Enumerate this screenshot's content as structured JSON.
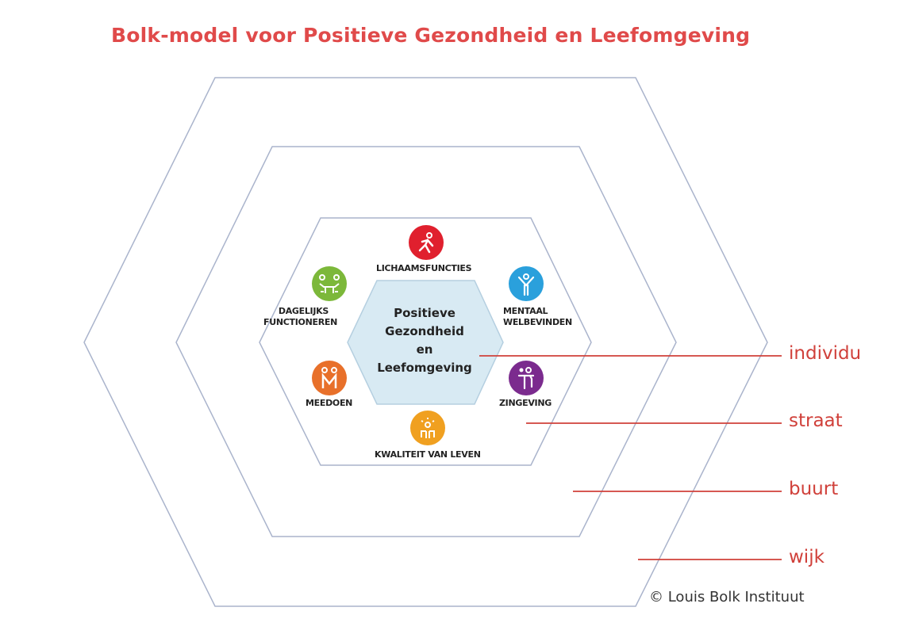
{
  "title": "Bolk-model voor Positieve Gezondheid en Leefomgeving",
  "center": {
    "lines": [
      "Positieve",
      "Gezondheid",
      "en",
      "Leefomgeving"
    ],
    "fill": "#d8eaf3"
  },
  "dimensions": [
    {
      "label": "LICHAAMSFUNCTIES",
      "icon": "running-person-icon",
      "color": "#e0202e"
    },
    {
      "label": "MENTAAL WELBEVINDEN",
      "line1": "MENTAAL",
      "line2": "WELBEVINDEN",
      "icon": "person-arms-up-icon",
      "color": "#2aa0dc"
    },
    {
      "label": "ZINGEVING",
      "icon": "person-heart-icon",
      "color": "#7b2b8e"
    },
    {
      "label": "KWALITEIT VAN LEVEN",
      "icon": "person-sun-icon",
      "color": "#f0a020"
    },
    {
      "label": "MEEDOEN",
      "icon": "two-people-icon",
      "color": "#e8702a"
    },
    {
      "label": "DAGELIJKS FUNCTIONEREN",
      "line1": "DAGELIJKS",
      "line2": "FUNCTIONEREN",
      "icon": "people-table-icon",
      "color": "#7cb83a"
    }
  ],
  "levels": [
    "individu",
    "straat",
    "buurt",
    "wijk"
  ],
  "colors": {
    "level_line": "#d0403a",
    "hex_stroke": "#aab4cc"
  },
  "copyright": "© Louis Bolk Instituut"
}
